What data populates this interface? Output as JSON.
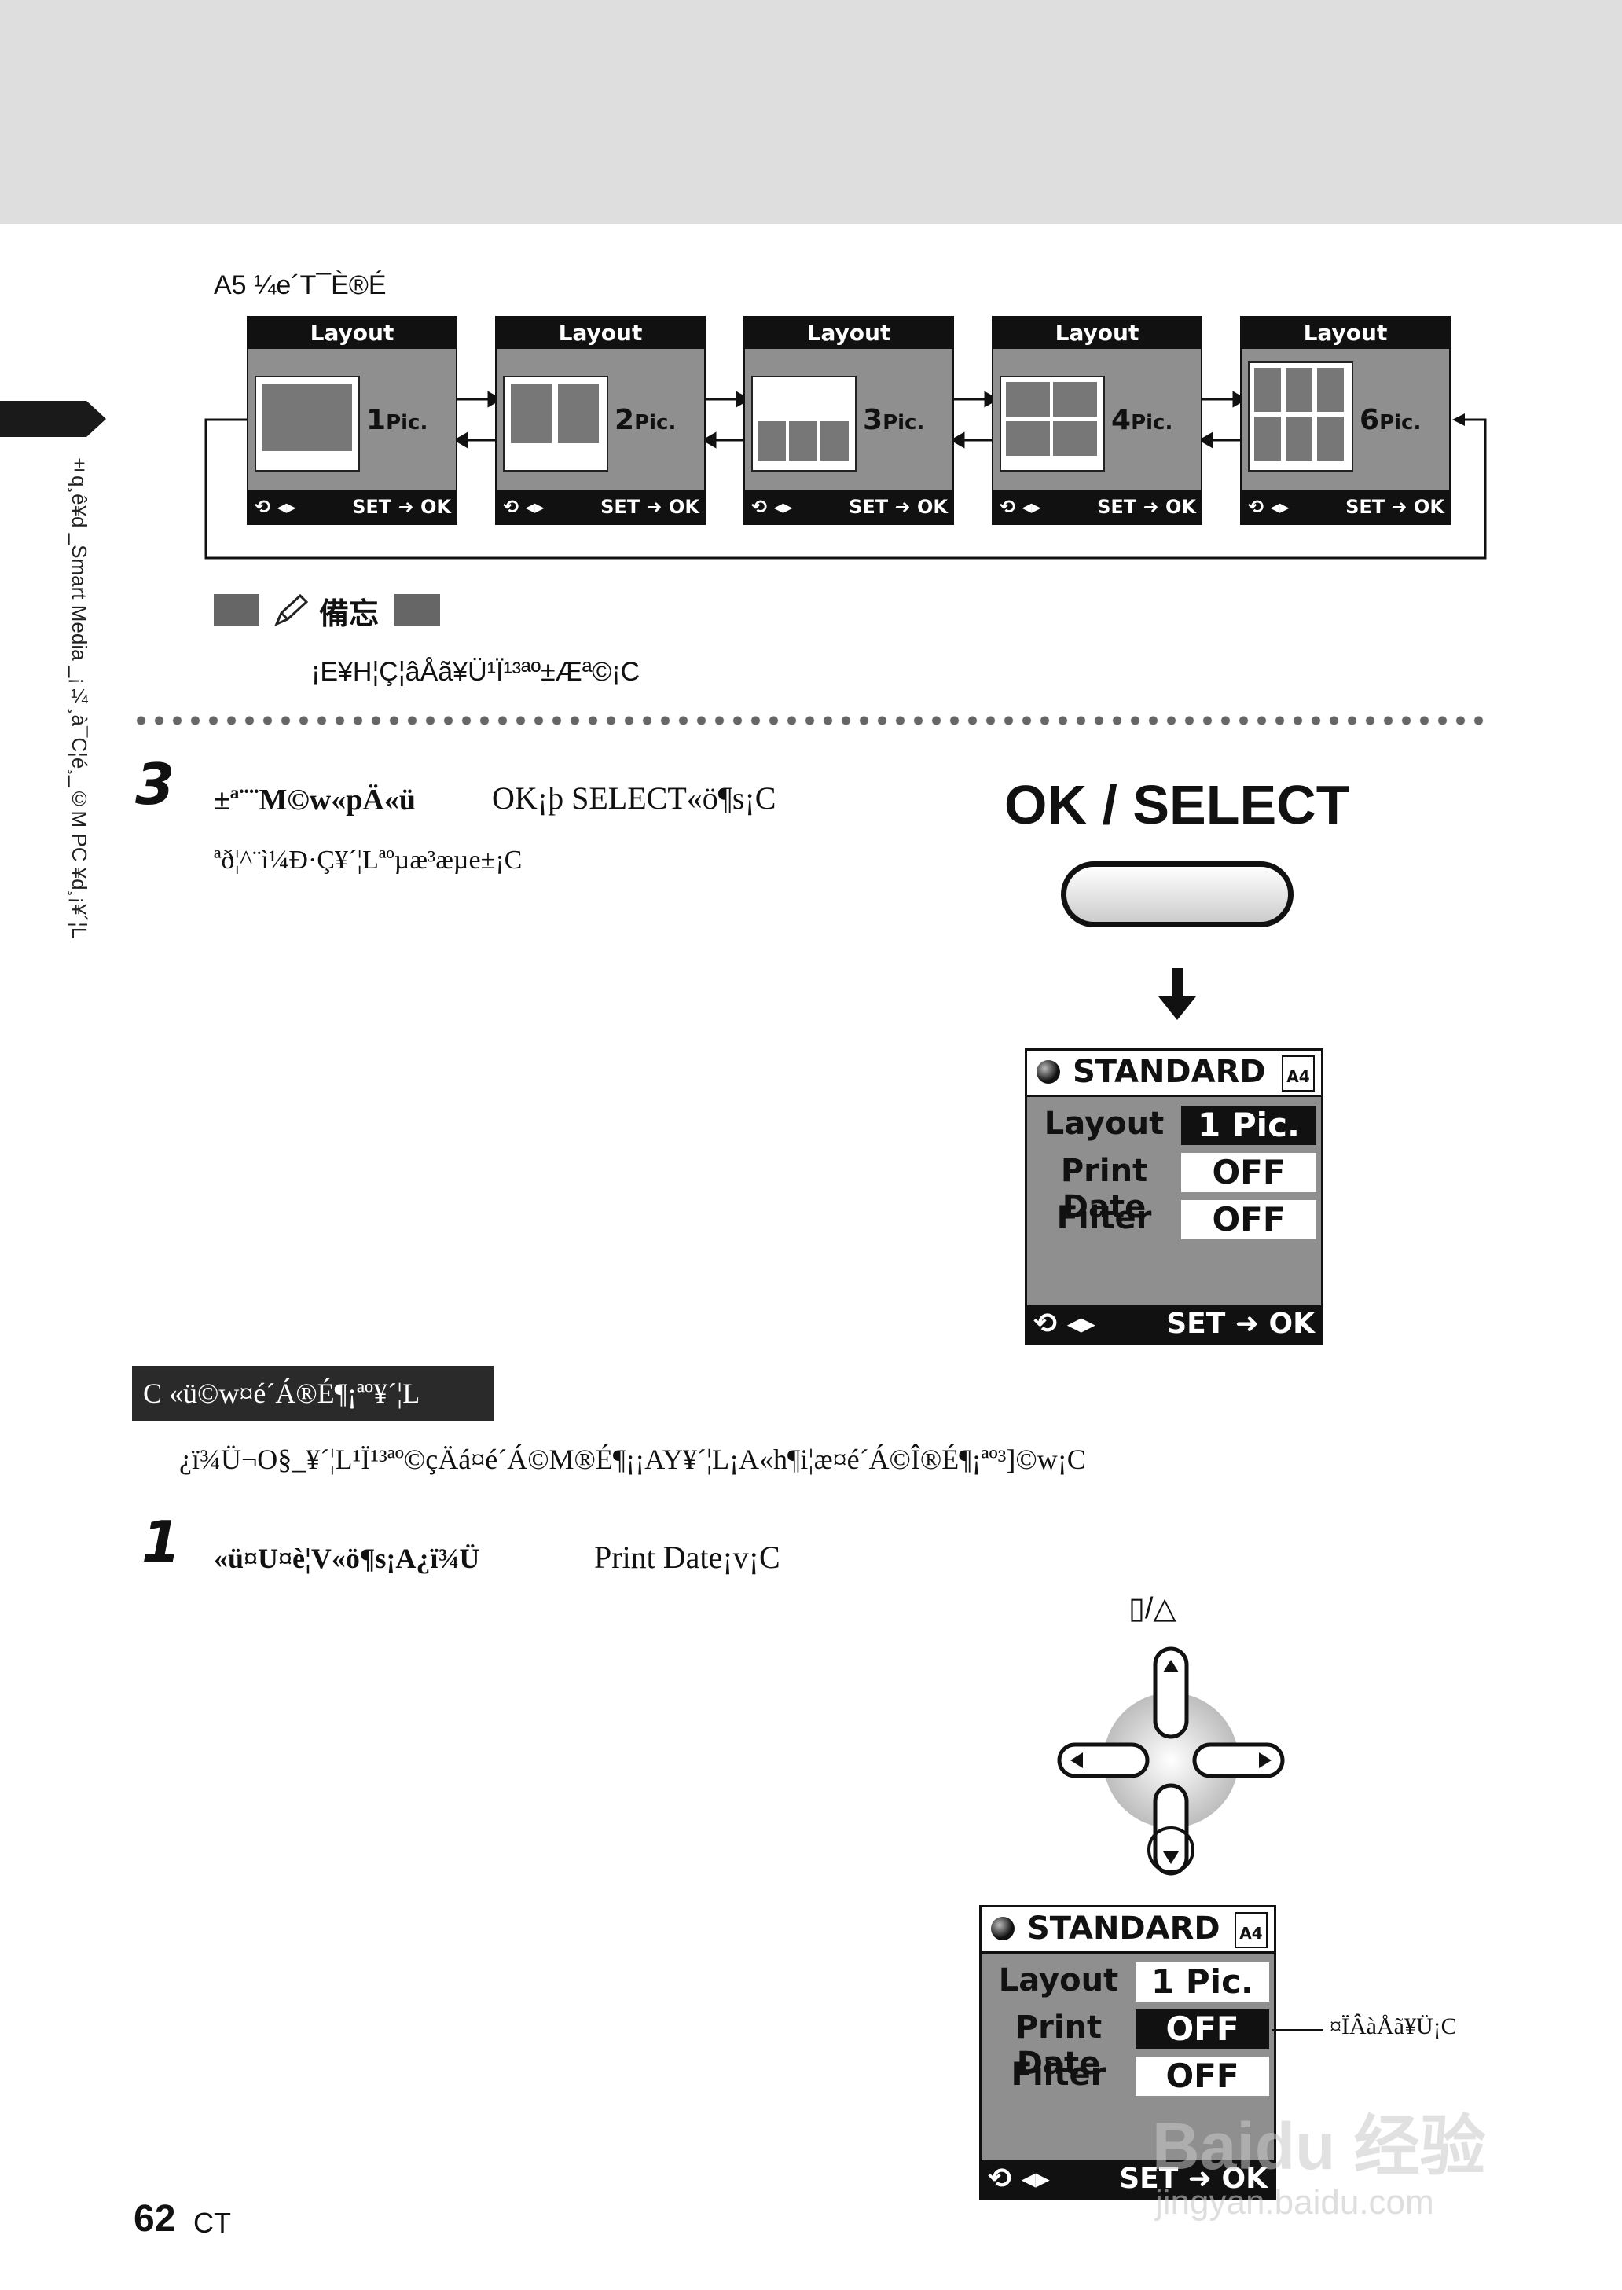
{
  "side_text": "±q¸ê¥d _Smart Media _¡¼¸à¯C¦é¸_©M PC ¥d¸¡¥´¦L",
  "layout_caption": "A5 ¼e´T¯È®É",
  "cards": [
    {
      "header": "Layout",
      "num": "1",
      "unit": "Pic.",
      "footer_left": "⟲ ◂▸",
      "footer_right": "SET ➜ OK",
      "cells": 1
    },
    {
      "header": "Layout",
      "num": "2",
      "unit": "Pic.",
      "footer_left": "⟲ ◂▸",
      "footer_right": "SET ➜ OK",
      "cells": 2
    },
    {
      "header": "Layout",
      "num": "3",
      "unit": "Pic.",
      "footer_left": "⟲ ◂▸",
      "footer_right": "SET ➜ OK",
      "cells": 3
    },
    {
      "header": "Layout",
      "num": "4",
      "unit": "Pic.",
      "footer_left": "⟲ ◂▸",
      "footer_right": "SET ➜ OK",
      "cells": 4
    },
    {
      "header": "Layout",
      "num": "6",
      "unit": "Pic.",
      "footer_left": "⟲ ◂▸",
      "footer_right": "SET ➜ OK",
      "cells": 6
    }
  ],
  "memo": {
    "label": "備忘",
    "text": "¡E¥H¦Ç¦âÅã¥Ü¹Ï¹³ªº±Æª©¡C"
  },
  "step3": {
    "number": "3",
    "heading": "±ª¨¨M©w«pÄ«ü",
    "heading_rest": "OK¡þ SELECT«ö¶s¡C",
    "body": "ªð¦^¨ì¼Ð·Ç¥´¦Lªºµæ³æµe­±¡C"
  },
  "okselect_label": "OK / SELECT",
  "lcd1": {
    "title": "STANDARD",
    "badge": "A4",
    "rows": [
      {
        "label": "Layout",
        "value": "1 Pic."
      },
      {
        "label": "Print Date",
        "value": "OFF"
      },
      {
        "label": "Filter",
        "value": "OFF"
      }
    ],
    "footer_left": "⟲ ◂▸",
    "footer_right": "SET ➜ OK"
  },
  "section_title": "C «ü©w¤é´Á®É¶¡ªº¥´¦L",
  "section_body": "¿ï¾Ü¬O§_¥´¦L¹Ï¹³ªº©çÄá¤é´Á©M®É¶¡¡A­Y¥´¦L¡A«h¶i¦æ¤é´Á©Î®É¶¡ªº³]©w¡C",
  "step1": {
    "number": "1",
    "heading": "«ü¤U¤è¦V«ö¶s¡A¿ï¾Ü",
    "heading_rest": "Print Date¡v¡C"
  },
  "mode_icons": "▯/△",
  "lcd2": {
    "title": "STANDARD",
    "badge": "A4",
    "rows": [
      {
        "label": "Layout",
        "value": "1 Pic."
      },
      {
        "label": "Print Date",
        "value": "OFF"
      },
      {
        "label": "Filter",
        "value": "OFF"
      }
    ],
    "footer_left": "⟲ ◂▸",
    "footer_right": "SET ➜ OK"
  },
  "callout": "¤ÏÂàÅã¥Ü¡C",
  "footer": {
    "page": "62",
    "lang": "CT"
  },
  "watermark": {
    "brand": "Baidu 经验",
    "url": "jingyan.baidu.com"
  }
}
